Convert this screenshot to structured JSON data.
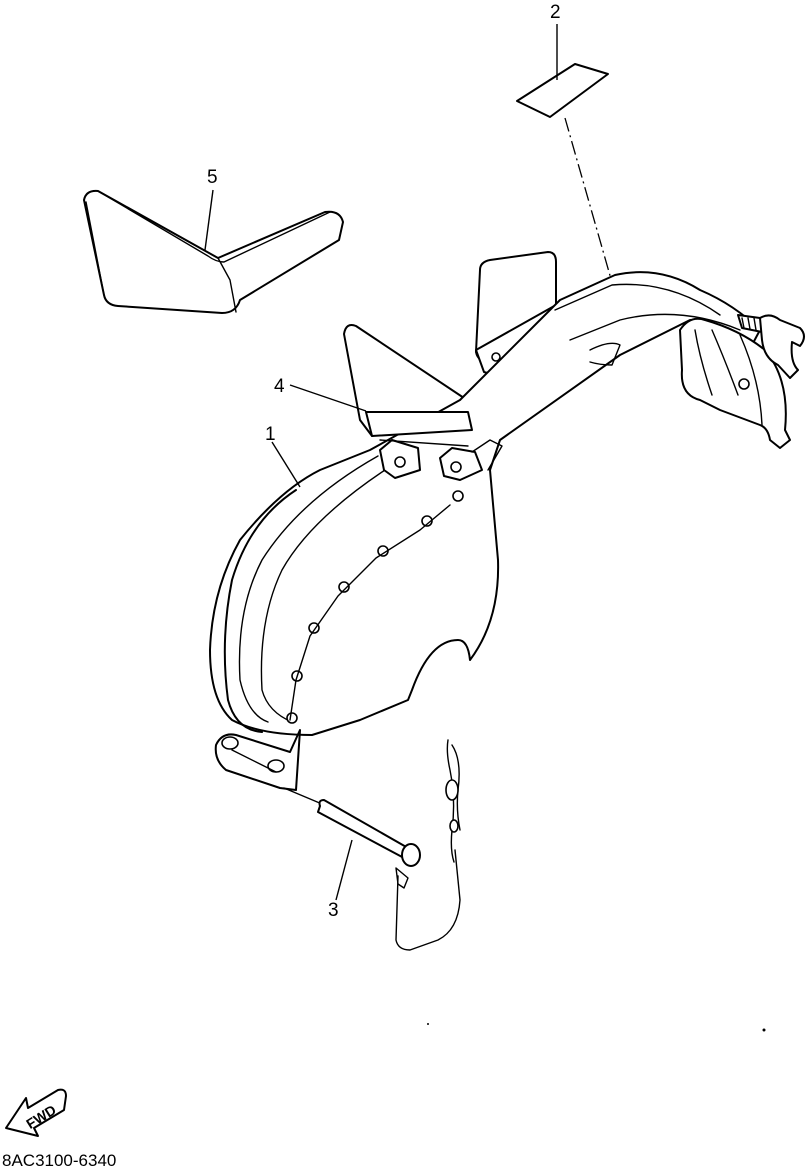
{
  "callouts": [
    {
      "id": "1",
      "label": "1"
    },
    {
      "id": "2",
      "label": "2"
    },
    {
      "id": "3",
      "label": "3"
    },
    {
      "id": "4",
      "label": "4"
    },
    {
      "id": "5",
      "label": "5"
    }
  ],
  "fwd_label": "FWD",
  "diagram_code": "8AC3100-6340"
}
